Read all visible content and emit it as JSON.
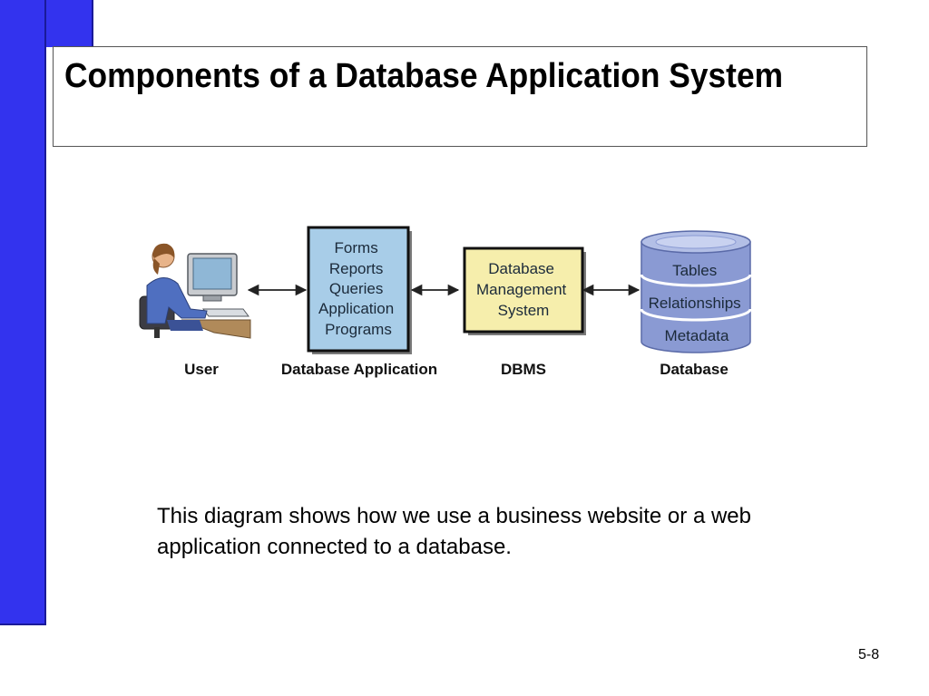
{
  "slide": {
    "title": "Components of a Database Application System",
    "caption": "This diagram shows how we use a business website or a web application connected to a database.",
    "page_number": "5-8"
  },
  "diagram": {
    "user_label": "User",
    "application": {
      "items": [
        "Forms",
        "Reports",
        "Queries",
        "Application",
        "Programs"
      ],
      "label": "Database Application"
    },
    "dbms": {
      "lines": [
        "Database",
        "Management",
        "System"
      ],
      "label": "DBMS"
    },
    "database": {
      "layers": [
        "Tables",
        "Relationships",
        "Metadata"
      ],
      "label": "Database"
    },
    "colors": {
      "slide_bar": "#3333ee",
      "application_box": "#a8cde8",
      "dbms_box": "#f6eeac",
      "database_cylinder": "#8a9ad3"
    },
    "icons": [
      "user-at-computer-icon",
      "double-arrow-icon",
      "database-cylinder-icon"
    ]
  }
}
